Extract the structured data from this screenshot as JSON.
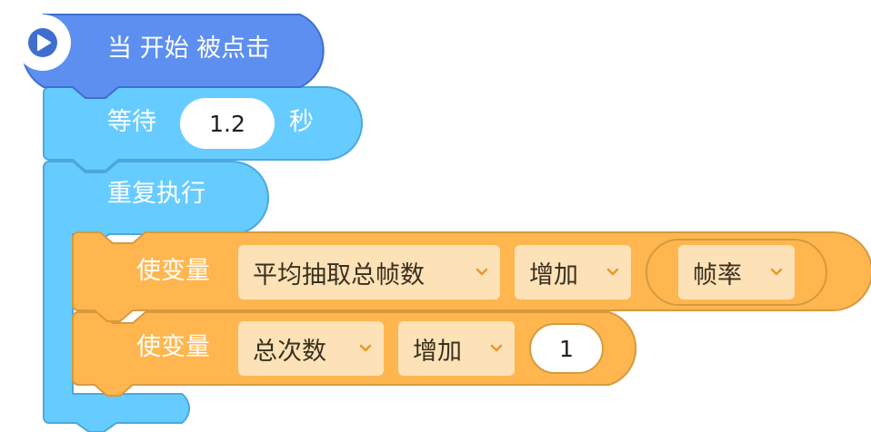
{
  "colors": {
    "events": "#5d8ff0",
    "events_dark": "#3f6ed0",
    "control": "#66ccff",
    "control_dark": "#4aa8dc",
    "variables": "#ffb64f",
    "variables_dark": "#d69a3d",
    "dropdown_bg": "#fde2b7"
  },
  "blocks": {
    "hat": {
      "label": "当 开始 被点击",
      "icon": "play-icon"
    },
    "wait": {
      "label_before": "等待",
      "value": "1.2",
      "label_after": "秒"
    },
    "repeat": {
      "label": "重复执行"
    },
    "set1": {
      "label": "使变量",
      "variable": "平均抽取总帧数",
      "operation": "增加",
      "reporter_value": "帧率"
    },
    "set2": {
      "label": "使变量",
      "variable": "总次数",
      "operation": "增加",
      "value": "1"
    }
  }
}
